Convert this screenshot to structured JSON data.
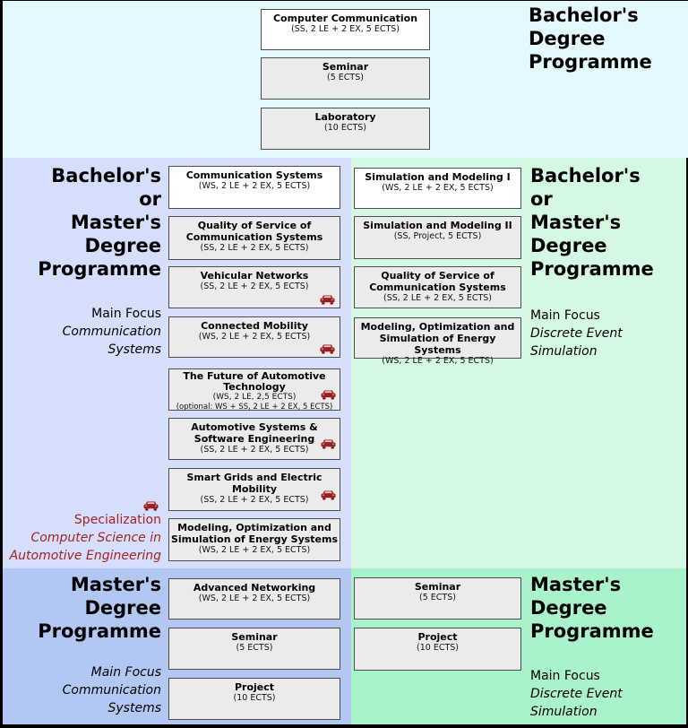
{
  "colors": {
    "top_bg": "#e3f9fd",
    "mid_left_bg": "#d5dffb",
    "mid_right_bg": "#d4f8e2",
    "bottom_left_bg": "#b2c8f3",
    "bottom_right_bg": "#aaf2c9",
    "box_bg": "#ebebeb",
    "box_bg_highlight": "#ffffff",
    "box_border": "#4d4d4d",
    "specialization_red": "#a32222",
    "car_red": "#9b1f1f"
  },
  "regions": {
    "top": {
      "title_lines": [
        "Bachelor's",
        "Degree",
        "Programme"
      ],
      "courses": [
        {
          "title": "Computer Communication",
          "details": "(SS, 2 LE + 2 EX, 5 ECTS)"
        },
        {
          "title": "Seminar",
          "details": "(5 ECTS)"
        },
        {
          "title": "Laboratory",
          "details": "(10 ECTS)"
        }
      ]
    },
    "mid_left": {
      "title_lines": [
        "Bachelor's",
        "or",
        "Master's",
        "Degree",
        "Programme"
      ],
      "focus_label": "Main Focus",
      "focus_line1": "Communication",
      "focus_line2": "Systems",
      "specialization": {
        "label": "Specialization",
        "name_line1": "Computer Science in",
        "name_line2": "Automotive Engineering"
      },
      "courses": [
        {
          "title": "Communication Systems",
          "details": "(WS, 2 LE + 2 EX, 5 ECTS)"
        },
        {
          "title": "Quality of Service of Communication Systems",
          "details": "(SS, 2 LE + 2 EX, 5 ECTS)"
        },
        {
          "title": "Vehicular Networks",
          "details": "(SS, 2 LE + 2 EX, 5 ECTS)",
          "car": true
        },
        {
          "title": "Connected Mobility",
          "details": "(WS, 2 LE + 2 EX, 5 ECTS)",
          "car": true
        },
        {
          "title": "The Future of Automotive Technology",
          "details": "(WS, 2 LE, 2,5 ECTS)",
          "details2": "(optional: WS + SS, 2 LE + 2 EX, 5 ECTS)",
          "car": true
        },
        {
          "title": "Automotive Systems & Software Engineering",
          "details": "(SS, 2 LE + 2 EX, 5 ECTS)",
          "car": true
        },
        {
          "title": "Smart Grids and Electric Mobility",
          "details": "(SS, 2 LE + 2 EX, 5 ECTS)",
          "car": true
        },
        {
          "title": "Modeling, Optimization and Simulation of Energy Systems",
          "details": "(WS, 2 LE + 2 EX, 5 ECTS)"
        }
      ]
    },
    "mid_right": {
      "title_lines": [
        "Bachelor's",
        "or",
        "Master's",
        "Degree",
        "Programme"
      ],
      "focus_label": "Main Focus",
      "focus_line1": "Discrete Event",
      "focus_line2": "Simulation",
      "courses": [
        {
          "title": "Simulation and Modeling I",
          "details": "(WS, 2 LE + 2 EX, 5 ECTS)"
        },
        {
          "title": "Simulation and Modeling II",
          "details": "(SS, Project, 5 ECTS)"
        },
        {
          "title": "Quality of Service of Communication Systems",
          "details": "(SS, 2 LE + 2 EX, 5 ECTS)"
        },
        {
          "title": "Modeling, Optimization and Simulation of Energy Systems",
          "details": "(WS, 2 LE + 2 EX, 5 ECTS)"
        }
      ]
    },
    "bottom_left": {
      "title_lines": [
        "Master's",
        "Degree",
        "Programme"
      ],
      "focus_label": "Main Focus",
      "focus_line1": "Communication",
      "focus_line2": "Systems",
      "courses": [
        {
          "title": "Advanced Networking",
          "details": "(WS, 2 LE + 2 EX, 5 ECTS)"
        },
        {
          "title": "Seminar",
          "details": "(5 ECTS)"
        },
        {
          "title": "Project",
          "details": "(10 ECTS)"
        }
      ]
    },
    "bottom_right": {
      "title_lines": [
        "Master's",
        "Degree",
        "Programme"
      ],
      "focus_label": "Main Focus",
      "focus_line1": "Discrete Event",
      "focus_line2": "Simulation",
      "courses": [
        {
          "title": "Seminar",
          "details": "(5 ECTS)"
        },
        {
          "title": "Project",
          "details": "(10 ECTS)"
        }
      ]
    }
  }
}
